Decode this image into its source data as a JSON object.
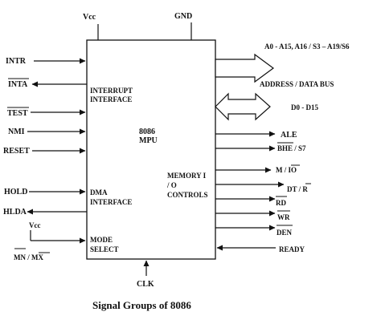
{
  "diagram": {
    "caption": "Signal Groups of 8086",
    "cpu": {
      "label_line1": "8086",
      "label_line2": "MPU"
    },
    "power": {
      "vcc": "Vcc",
      "gnd": "GND"
    },
    "groups": {
      "interrupt": [
        "INTERRUPT",
        "INTERFACE"
      ],
      "dma": [
        "DMA",
        "INTERFACE"
      ],
      "mode": [
        "MODE",
        "SELECT"
      ],
      "memio": [
        "MEMORY I",
        "/ O",
        "CONTROLS"
      ]
    },
    "left_signals": {
      "intr": "INTR",
      "inta": "INTA",
      "test": "TEST",
      "nmi": "NMI",
      "reset": "RESET",
      "hold": "HOLD",
      "hlda": "HLDA",
      "mode_vcc": "Vcc",
      "mn_mx": "MN / MX"
    },
    "buses": {
      "address_signals": "A0 - A15, A16 / S3 – A19/S6",
      "address_data_bus": "ADDRESS / DATA BUS",
      "data_signals": "D0 - D15"
    },
    "right_signals": {
      "ale": "ALE",
      "bhe": "BHE / S7",
      "mio": "M / IO",
      "dtr": "DT / R",
      "rd": "RD",
      "wr": "WR",
      "den": "DEN",
      "ready": "READY"
    },
    "clock": "CLK"
  }
}
